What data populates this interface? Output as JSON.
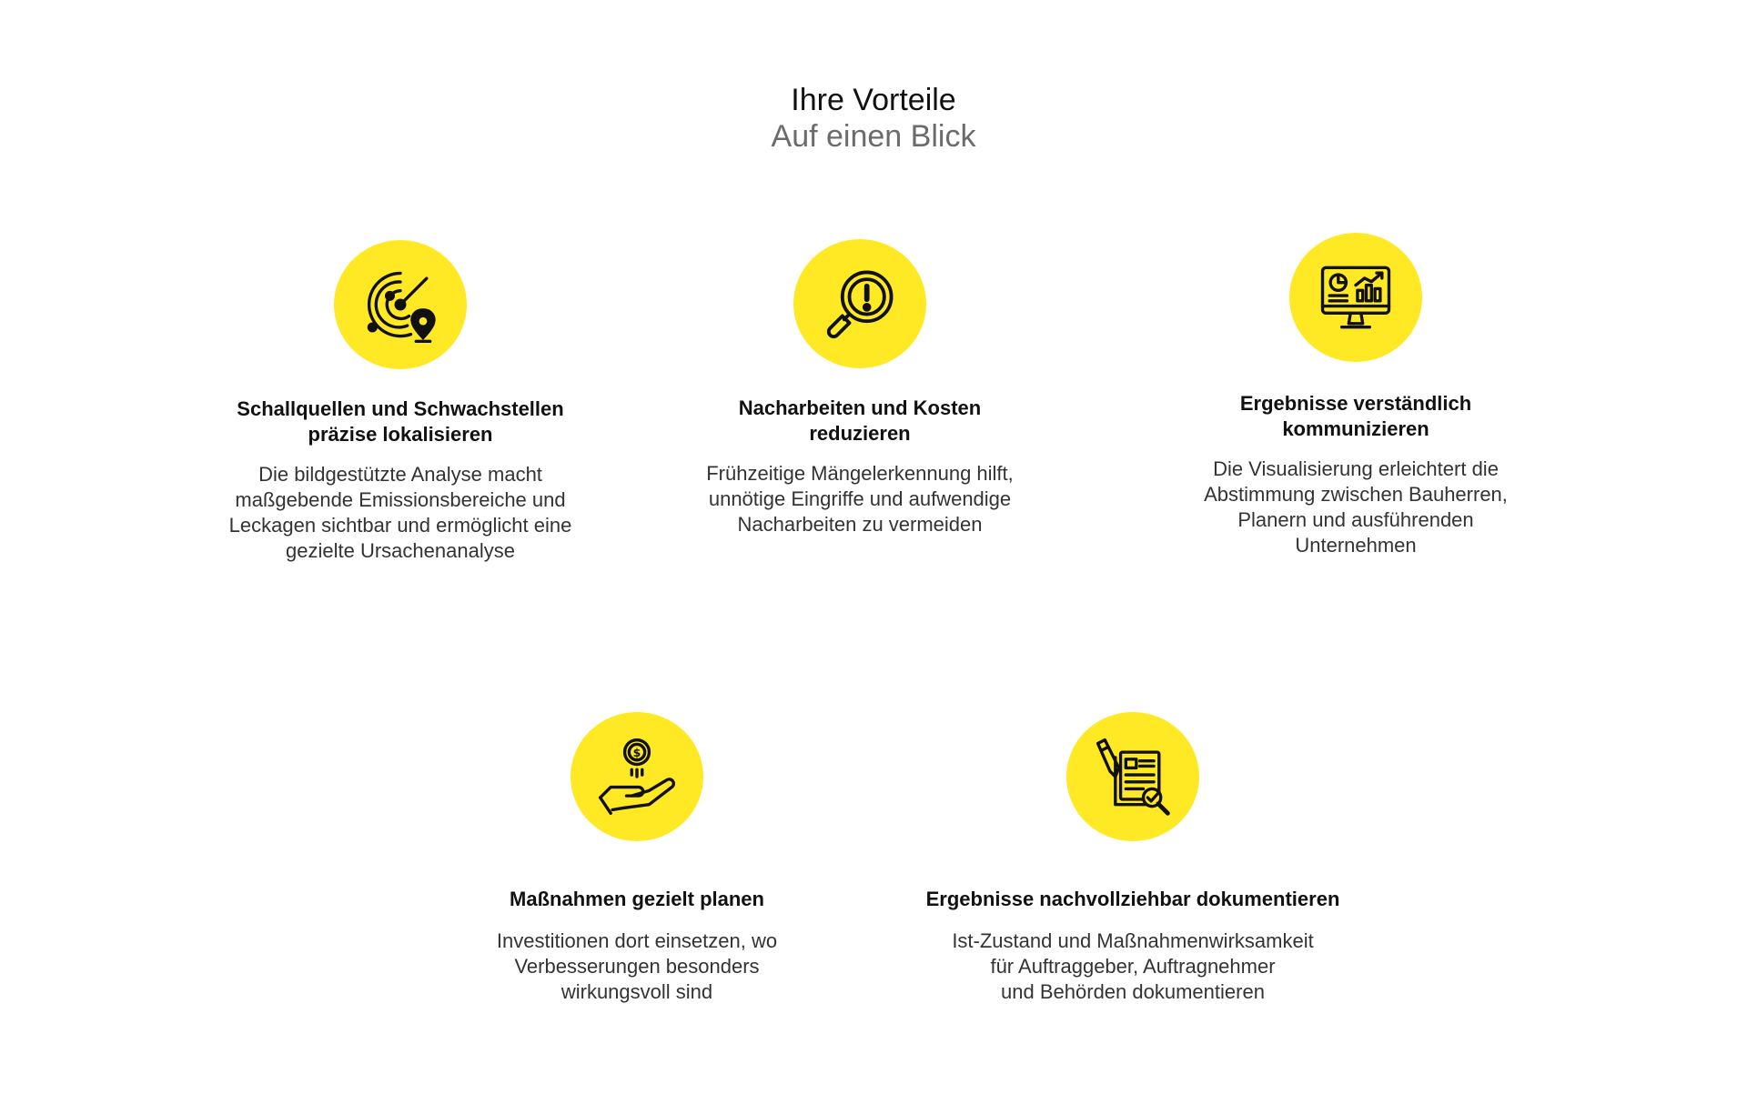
{
  "header": {
    "title": "Ihre Vorteile",
    "subtitle": "Auf einen Blick"
  },
  "colors": {
    "accent": "#ffe824",
    "text": "#111111",
    "muted": "#6b6b6b"
  },
  "benefits": [
    {
      "icon": "radar-location-icon",
      "title_line1": "Schallquellen und Schwachstellen",
      "title_line2": "präzise lokalisieren",
      "text": "Die bildgestützte Analyse macht\nmaßgebende Emissionsbereiche und\nLeckagen sichtbar und ermöglicht eine\ngezielte Ursachenanalyse"
    },
    {
      "icon": "magnifier-alert-icon",
      "title_line1": "Nacharbeiten und Kosten",
      "title_line2": "reduzieren",
      "text": "Frühzeitige Mängelerkennung hilft,\nunnötige Eingriffe und aufwendige\nNacharbeiten zu vermeiden"
    },
    {
      "icon": "monitor-chart-icon",
      "title_line1": "Ergebnisse verständlich",
      "title_line2": "kommunizieren",
      "text": "Die Visualisierung erleichtert die\nAbstimmung zwischen Bauherren,\nPlanern und ausführenden\nUnternehmen"
    },
    {
      "icon": "hand-coin-icon",
      "title_line1": "Maßnahmen gezielt planen",
      "title_line2": "",
      "text": "Investitionen dort einsetzen, wo\nVerbesserungen besonders\nwirkungsvoll sind"
    },
    {
      "icon": "document-check-icon",
      "title_line1": "Ergebnisse nachvollziehbar dokumentieren",
      "title_line2": "",
      "text": "Ist-Zustand und Maßnahmenwirksamkeit\nfür Auftraggeber, Auftragnehmer\nund Behörden dokumentieren"
    }
  ]
}
